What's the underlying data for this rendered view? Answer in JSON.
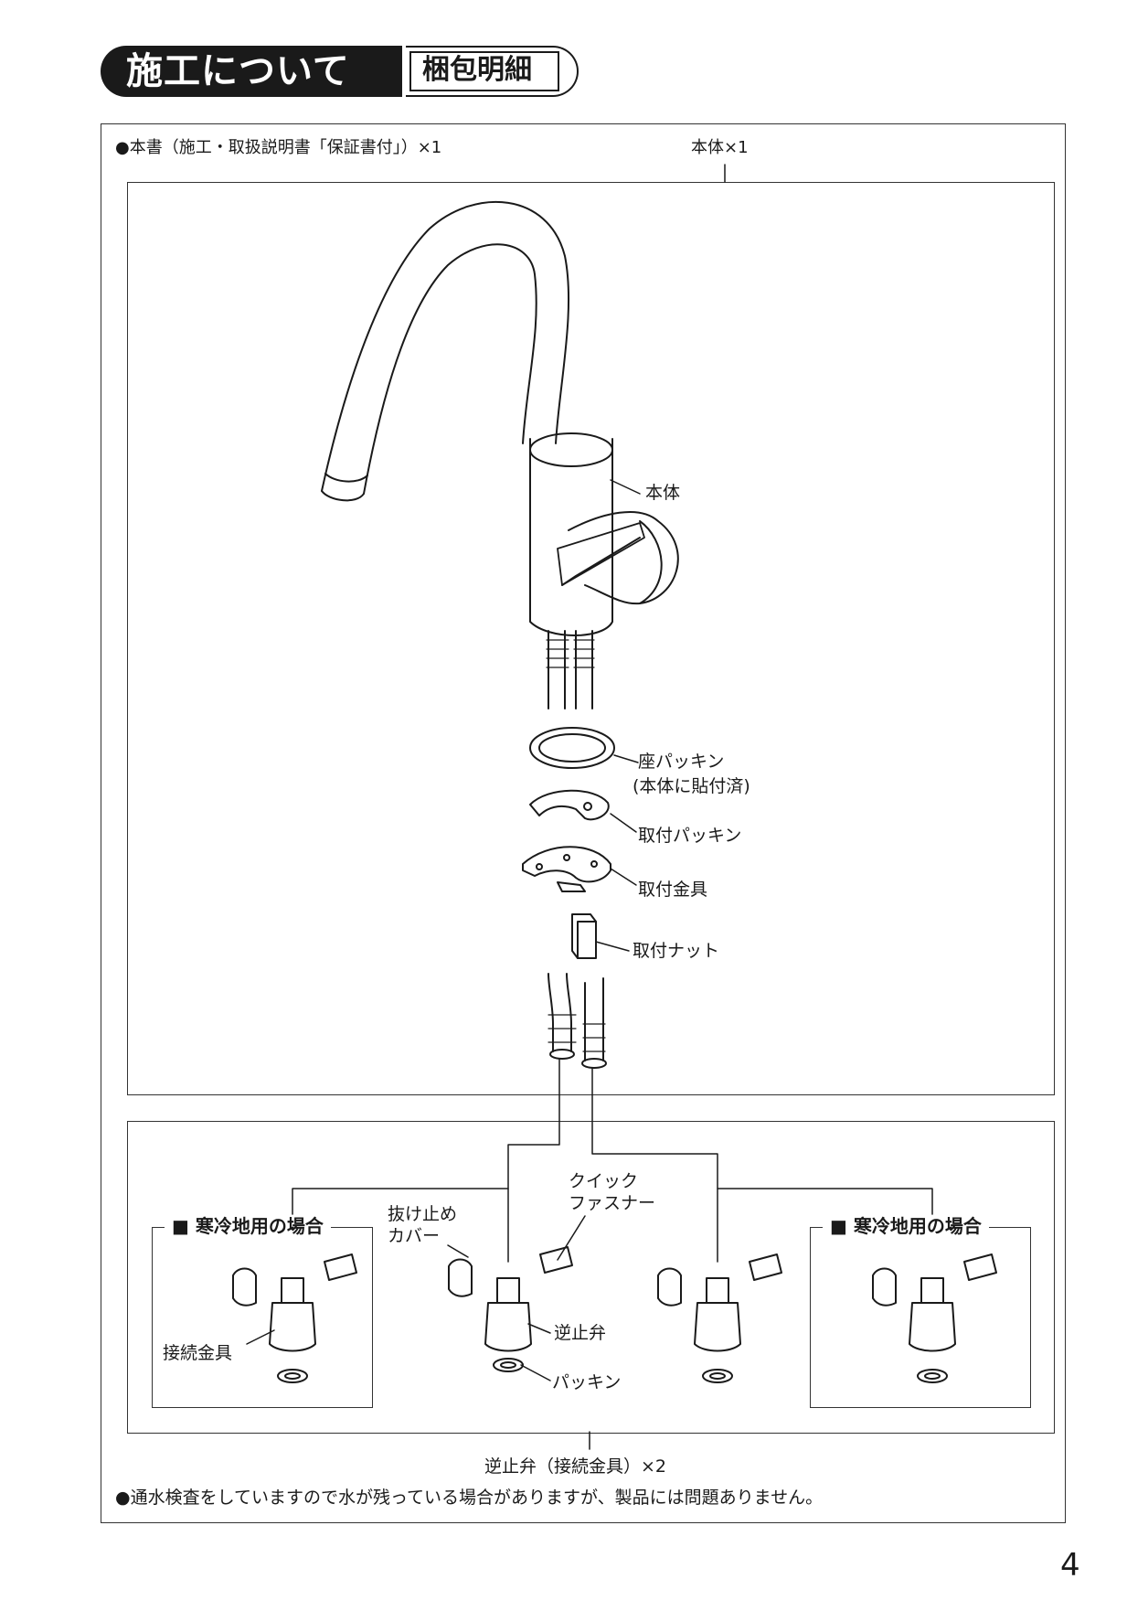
{
  "header": {
    "section_title": "施工について",
    "sub_title": "梱包明細"
  },
  "notes": {
    "manual": "●本書（施工・取扱説明書「保証書付」）×1",
    "water_check": "●通水検査をしていますので水が残っている場合がありますが、製品には問題ありません。"
  },
  "main_unit": {
    "label": "本体×1",
    "parts": {
      "body": "本体",
      "seat_packing": "座パッキン",
      "seat_packing_note": "(本体に貼付済)",
      "mount_packing": "取付パッキン",
      "mount_bracket": "取付金具",
      "mount_nut": "取付ナット"
    }
  },
  "check_valve": {
    "label": "逆止弁（接続金具）×2",
    "cold_region_title": "■ 寒冷地用の場合",
    "parts": {
      "retainer_cover_1": "抜け止め",
      "retainer_cover_2": "カバー",
      "quick_fastener_1": "クイック",
      "quick_fastener_2": "ファスナー",
      "check_valve": "逆止弁",
      "packing": "パッキン",
      "connector": "接続金具"
    }
  },
  "page_number": "4"
}
